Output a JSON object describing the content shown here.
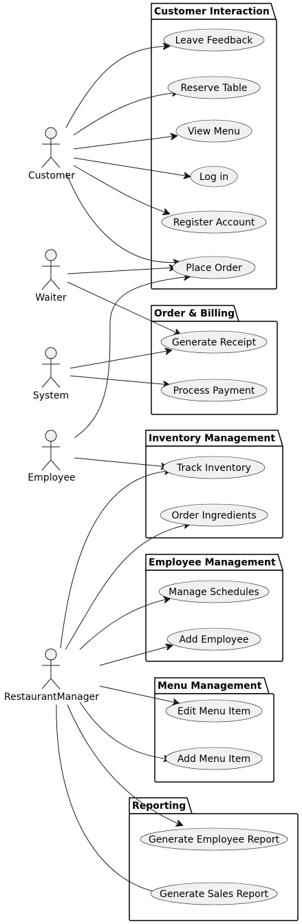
{
  "diagram": {
    "packages": [
      {
        "id": "customer_interaction",
        "title": "Customer Interaction"
      },
      {
        "id": "order_billing",
        "title": "Order & Billing"
      },
      {
        "id": "inventory",
        "title": "Inventory Management"
      },
      {
        "id": "employee_mgmt",
        "title": "Employee Management"
      },
      {
        "id": "menu_mgmt",
        "title": "Menu Management"
      },
      {
        "id": "reporting",
        "title": "Reporting"
      }
    ],
    "use_cases": [
      {
        "id": "leave_feedback",
        "label": "Leave Feedback",
        "package": "customer_interaction"
      },
      {
        "id": "reserve_table",
        "label": "Reserve Table",
        "package": "customer_interaction"
      },
      {
        "id": "view_menu",
        "label": "View Menu",
        "package": "customer_interaction"
      },
      {
        "id": "log_in",
        "label": "Log in",
        "package": "customer_interaction"
      },
      {
        "id": "register_account",
        "label": "Register Account",
        "package": "customer_interaction"
      },
      {
        "id": "place_order",
        "label": "Place Order",
        "package": "customer_interaction"
      },
      {
        "id": "generate_receipt",
        "label": "Generate Receipt",
        "package": "order_billing"
      },
      {
        "id": "process_payment",
        "label": "Process Payment",
        "package": "order_billing"
      },
      {
        "id": "track_inventory",
        "label": "Track Inventory",
        "package": "inventory"
      },
      {
        "id": "order_ingredients",
        "label": "Order Ingredients",
        "package": "inventory"
      },
      {
        "id": "manage_schedules",
        "label": "Manage Schedules",
        "package": "employee_mgmt"
      },
      {
        "id": "add_employee",
        "label": "Add Employee",
        "package": "employee_mgmt"
      },
      {
        "id": "edit_menu_item",
        "label": "Edit Menu Item",
        "package": "menu_mgmt"
      },
      {
        "id": "add_menu_item",
        "label": "Add Menu Item",
        "package": "menu_mgmt"
      },
      {
        "id": "generate_employee_report",
        "label": "Generate Employee Report",
        "package": "reporting"
      },
      {
        "id": "generate_sales_report",
        "label": "Generate Sales Report",
        "package": "reporting"
      }
    ],
    "actors": [
      {
        "id": "customer",
        "label": "Customer"
      },
      {
        "id": "waiter",
        "label": "Waiter"
      },
      {
        "id": "system",
        "label": "System"
      },
      {
        "id": "employee",
        "label": "Employee"
      },
      {
        "id": "restaurant_manager",
        "label": "RestaurantManager"
      }
    ],
    "associations": [
      {
        "from": "customer",
        "to": "leave_feedback"
      },
      {
        "from": "customer",
        "to": "reserve_table"
      },
      {
        "from": "customer",
        "to": "view_menu"
      },
      {
        "from": "customer",
        "to": "log_in"
      },
      {
        "from": "customer",
        "to": "register_account"
      },
      {
        "from": "customer",
        "to": "place_order"
      },
      {
        "from": "waiter",
        "to": "place_order"
      },
      {
        "from": "waiter",
        "to": "generate_receipt"
      },
      {
        "from": "system",
        "to": "generate_receipt"
      },
      {
        "from": "system",
        "to": "process_payment"
      },
      {
        "from": "employee",
        "to": "place_order"
      },
      {
        "from": "employee",
        "to": "track_inventory"
      },
      {
        "from": "restaurant_manager",
        "to": "track_inventory"
      },
      {
        "from": "restaurant_manager",
        "to": "order_ingredients"
      },
      {
        "from": "restaurant_manager",
        "to": "manage_schedules"
      },
      {
        "from": "restaurant_manager",
        "to": "add_employee"
      },
      {
        "from": "restaurant_manager",
        "to": "edit_menu_item"
      },
      {
        "from": "restaurant_manager",
        "to": "add_menu_item"
      },
      {
        "from": "restaurant_manager",
        "to": "generate_employee_report"
      },
      {
        "from": "restaurant_manager",
        "to": "generate_sales_report"
      }
    ],
    "colors": {
      "use_case_fill": "#f1f1f1",
      "outline": "#181818",
      "package_border": "#000000"
    }
  }
}
